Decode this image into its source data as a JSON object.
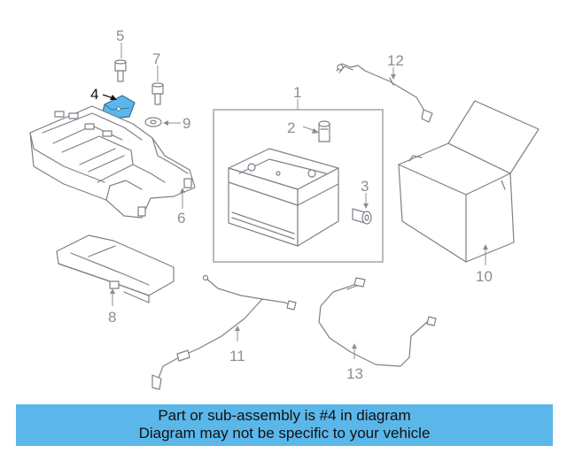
{
  "diagram": {
    "highlight_color": "#5bb7ea",
    "highlighted_part": "4",
    "callouts": {
      "c1": "1",
      "c2": "2",
      "c3": "3",
      "c4": "4",
      "c5": "5",
      "c6": "6",
      "c7": "7",
      "c8": "8",
      "c9": "9",
      "c10": "10",
      "c11": "11",
      "c12": "12",
      "c13": "13"
    }
  },
  "banner": {
    "line1": "Part or sub-assembly is #4 in diagram",
    "line2": "Diagram may not be specific to your vehicle"
  }
}
